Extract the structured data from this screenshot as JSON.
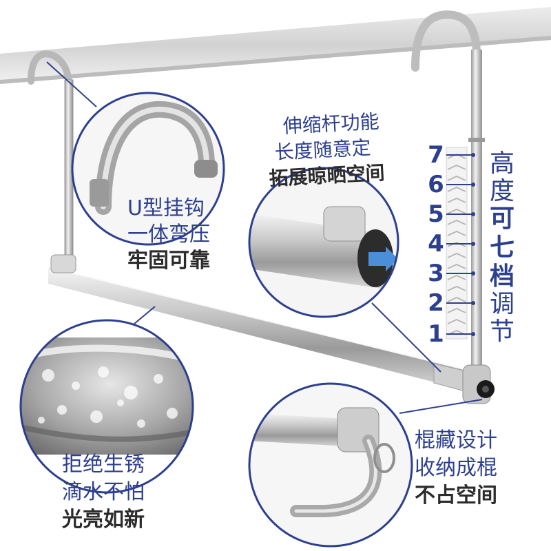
{
  "callouts": {
    "hook": {
      "line1": "U型挂钩",
      "line2": "一体弯压",
      "line3": "牢固可靠"
    },
    "telescopic": {
      "line1": "伸缩杆功能",
      "line2": "长度随意定",
      "line3": "拓展晾晒空间"
    },
    "rust": {
      "line1": "拒绝生锈",
      "line2": "滴水不怕",
      "line3": "光亮如新"
    },
    "storage": {
      "line1": "棍藏设计",
      "line2": "收纳成棍",
      "line3": "不占空间"
    }
  },
  "height": {
    "levels": [
      "7",
      "6",
      "5",
      "4",
      "3",
      "2",
      "1"
    ],
    "label_chars": [
      {
        "char": "高",
        "emphasis": false
      },
      {
        "char": "度",
        "emphasis": false
      },
      {
        "char": "可",
        "emphasis": true
      },
      {
        "char": "七",
        "emphasis": true
      },
      {
        "char": "档",
        "emphasis": true
      },
      {
        "char": "调",
        "emphasis": false
      },
      {
        "char": "节",
        "emphasis": false
      }
    ]
  },
  "colors": {
    "accent_blue": "#2d3f8f",
    "dark_text": "#2b2b2b",
    "steel_light": "#e8e8e8",
    "steel_dark": "#8a8a8a"
  }
}
